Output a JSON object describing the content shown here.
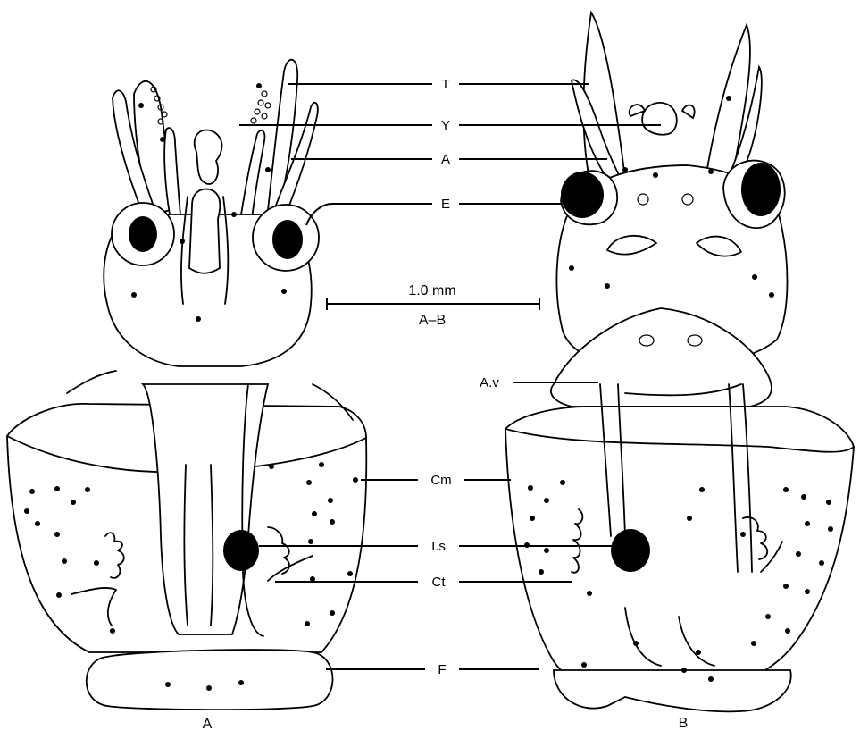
{
  "labels": [
    {
      "key": "T",
      "text": "T"
    },
    {
      "key": "Y",
      "text": "Y"
    },
    {
      "key": "A",
      "text": "A"
    },
    {
      "key": "E",
      "text": "E"
    },
    {
      "key": "Av",
      "text": "A.v"
    },
    {
      "key": "Cm",
      "text": "Cm"
    },
    {
      "key": "Is",
      "text": "I.s"
    },
    {
      "key": "Ct",
      "text": "Ct"
    },
    {
      "key": "F",
      "text": "F"
    }
  ],
  "scale_bar": {
    "value": "1.0 mm",
    "range": "A–B"
  },
  "panels": {
    "left": "A",
    "right": "B"
  }
}
